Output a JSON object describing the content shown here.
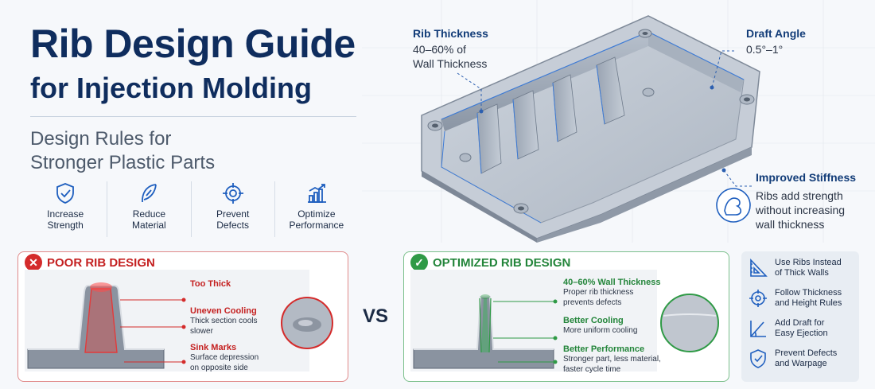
{
  "header": {
    "title_line1": "Rib Design Guide",
    "title_line2": "for Injection Molding",
    "subtitle_line1": "Design Rules for",
    "subtitle_line2": "Stronger Plastic Parts"
  },
  "benefits": [
    {
      "icon": "shield-check-icon",
      "line1": "Increase",
      "line2": "Strength"
    },
    {
      "icon": "feather-icon",
      "line1": "Reduce",
      "line2": "Material"
    },
    {
      "icon": "target-icon",
      "line1": "Prevent",
      "line2": "Defects"
    },
    {
      "icon": "bar-chart-icon",
      "line1": "Optimize",
      "line2": "Performance"
    }
  ],
  "callouts": {
    "rib_thickness": {
      "title": "Rib Thickness",
      "line1": "40–60% of",
      "line2": "Wall Thickness"
    },
    "draft_angle": {
      "title": "Draft Angle",
      "value": "0.5°–1°"
    },
    "stiffness": {
      "title": "Improved Stiffness",
      "line1": "Ribs add strength",
      "line2": "without increasing",
      "line3": "wall thickness"
    }
  },
  "poor": {
    "heading": "POOR RIB DESIGN",
    "notes": [
      {
        "title": "Too Thick",
        "body1": "",
        "body2": ""
      },
      {
        "title": "Uneven Cooling",
        "body1": "Thick section cools",
        "body2": "slower"
      },
      {
        "title": "Sink Marks",
        "body1": "Surface depression",
        "body2": "on opposite side"
      }
    ]
  },
  "vs_label": "VS",
  "good": {
    "heading": "OPTIMIZED RIB DESIGN",
    "notes": [
      {
        "title": "40–60% Wall Thickness",
        "body1": "Proper rib thickness",
        "body2": "prevents defects"
      },
      {
        "title": "Better Cooling",
        "body1": "More uniform cooling",
        "body2": ""
      },
      {
        "title": "Better Performance",
        "body1": "Stronger part, less material,",
        "body2": "faster cycle time"
      }
    ]
  },
  "tips": [
    {
      "icon": "ruler-triangle-icon",
      "line1": "Use Ribs Instead",
      "line2": "of Thick Walls"
    },
    {
      "icon": "crosshair-icon",
      "line1": "Follow Thickness",
      "line2": "and Height Rules"
    },
    {
      "icon": "draft-angle-icon",
      "line1": "Add Draft for",
      "line2": "Easy Ejection"
    },
    {
      "icon": "shield-check-icon",
      "line1": "Prevent Defects",
      "line2": "and Warpage"
    }
  ],
  "colors": {
    "navy": "#0f2d5e",
    "poor_red": "#c42020",
    "good_green": "#23853a",
    "accent_blue": "#1f5fbf"
  }
}
